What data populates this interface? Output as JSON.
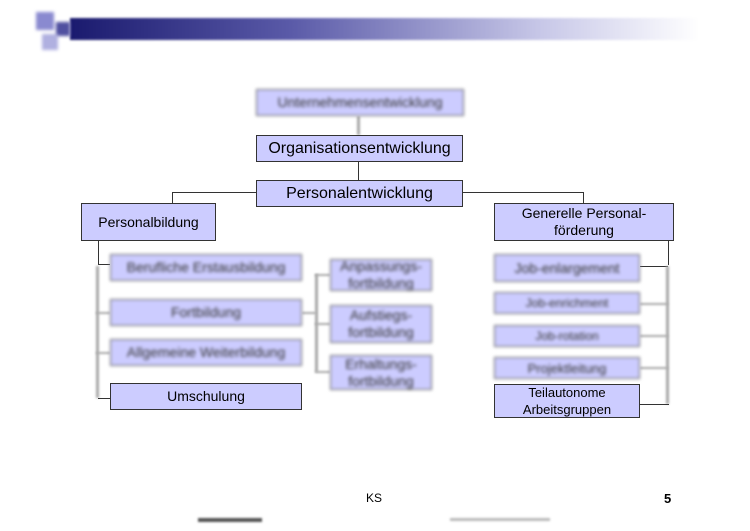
{
  "top": "Unternehmensentwicklung",
  "org": "Organisationsentwicklung",
  "pe": "Personalentwicklung",
  "pb": "Personalbildung",
  "gpf": "Generelle Personal-förderung",
  "left": [
    "Berufliche Erstausbildung",
    "Fortbildung",
    "Allgemeine Weiterbildung",
    "Umschulung"
  ],
  "mid": [
    "Anpassungs-fortbildung",
    "Aufstiegs-fortbildung",
    "Erhaltungs-fortbildung"
  ],
  "right": [
    "Job-enlargement",
    "Job-enrichment",
    "Job-rotation",
    "Projektleitung",
    "Teilautonome Arbeitsgruppen"
  ],
  "footer": {
    "center": "KS",
    "page": "5"
  }
}
